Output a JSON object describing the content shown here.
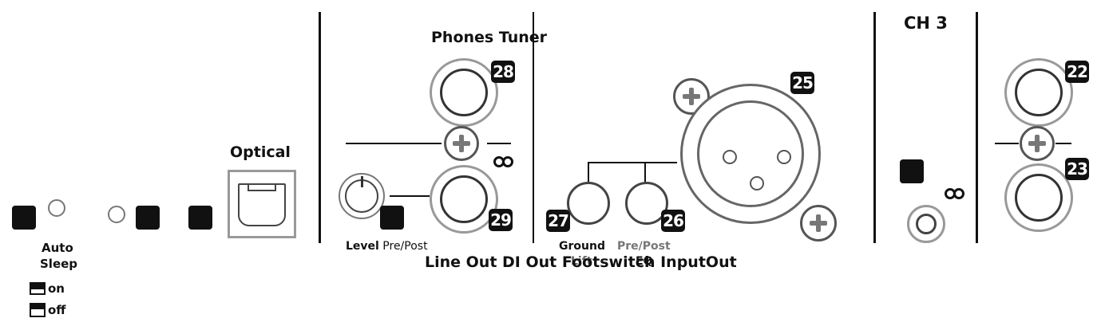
{
  "labels": {
    "phones_tuner": "Phones Tuner",
    "optical": "Optical",
    "ch3": "CH 3",
    "auto": "Auto",
    "sleep": "Sleep",
    "on": "on",
    "off": "off",
    "level": "Level",
    "pre_post_left": "Pre/Post",
    "ground": "Ground",
    "lift": "Lift",
    "pre_post_right": "Pre/Post",
    "eq": "EQ",
    "bottom_row": "Line Out DI Out Footswitch InputOut"
  },
  "badges": {
    "b22": "22",
    "b23": "23",
    "b25": "25",
    "b26": "26",
    "b27": "27",
    "b28": "28",
    "b29": "29"
  }
}
